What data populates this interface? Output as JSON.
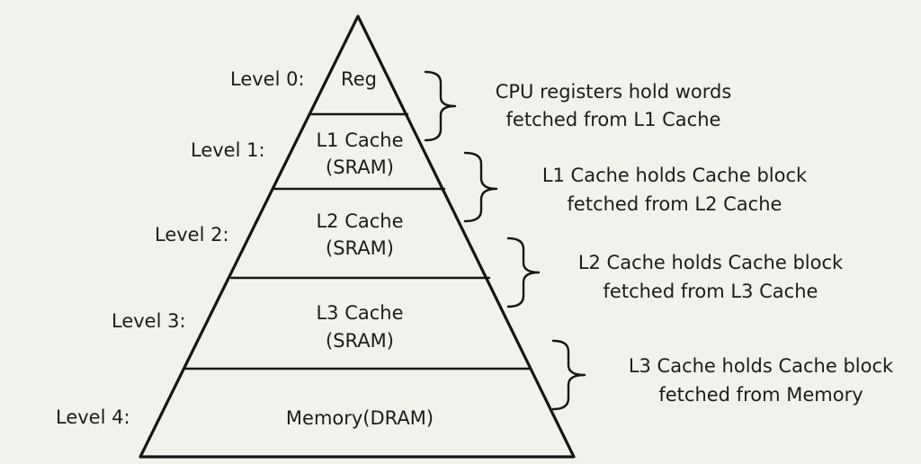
{
  "levels": [
    {
      "label": "Level 0:",
      "tier": [
        "Reg"
      ],
      "note": [
        "CPU registers hold words",
        "fetched from L1 Cache"
      ]
    },
    {
      "label": "Level 1:",
      "tier": [
        "L1 Cache",
        "(SRAM)"
      ],
      "note": [
        "L1 Cache holds Cache block",
        "fetched from L2 Cache"
      ]
    },
    {
      "label": "Level 2:",
      "tier": [
        "L2 Cache",
        "(SRAM)"
      ],
      "note": [
        "L2 Cache holds Cache block",
        "fetched from L3 Cache"
      ]
    },
    {
      "label": "Level 3:",
      "tier": [
        "L3 Cache",
        "(SRAM)"
      ],
      "note": [
        "L3 Cache holds Cache block",
        "fetched from Memory"
      ]
    },
    {
      "label": "Level 4:",
      "tier": [
        "Memory(DRAM)"
      ]
    }
  ],
  "colors": {
    "background": "#f3f1ec",
    "ink": "#151515"
  }
}
